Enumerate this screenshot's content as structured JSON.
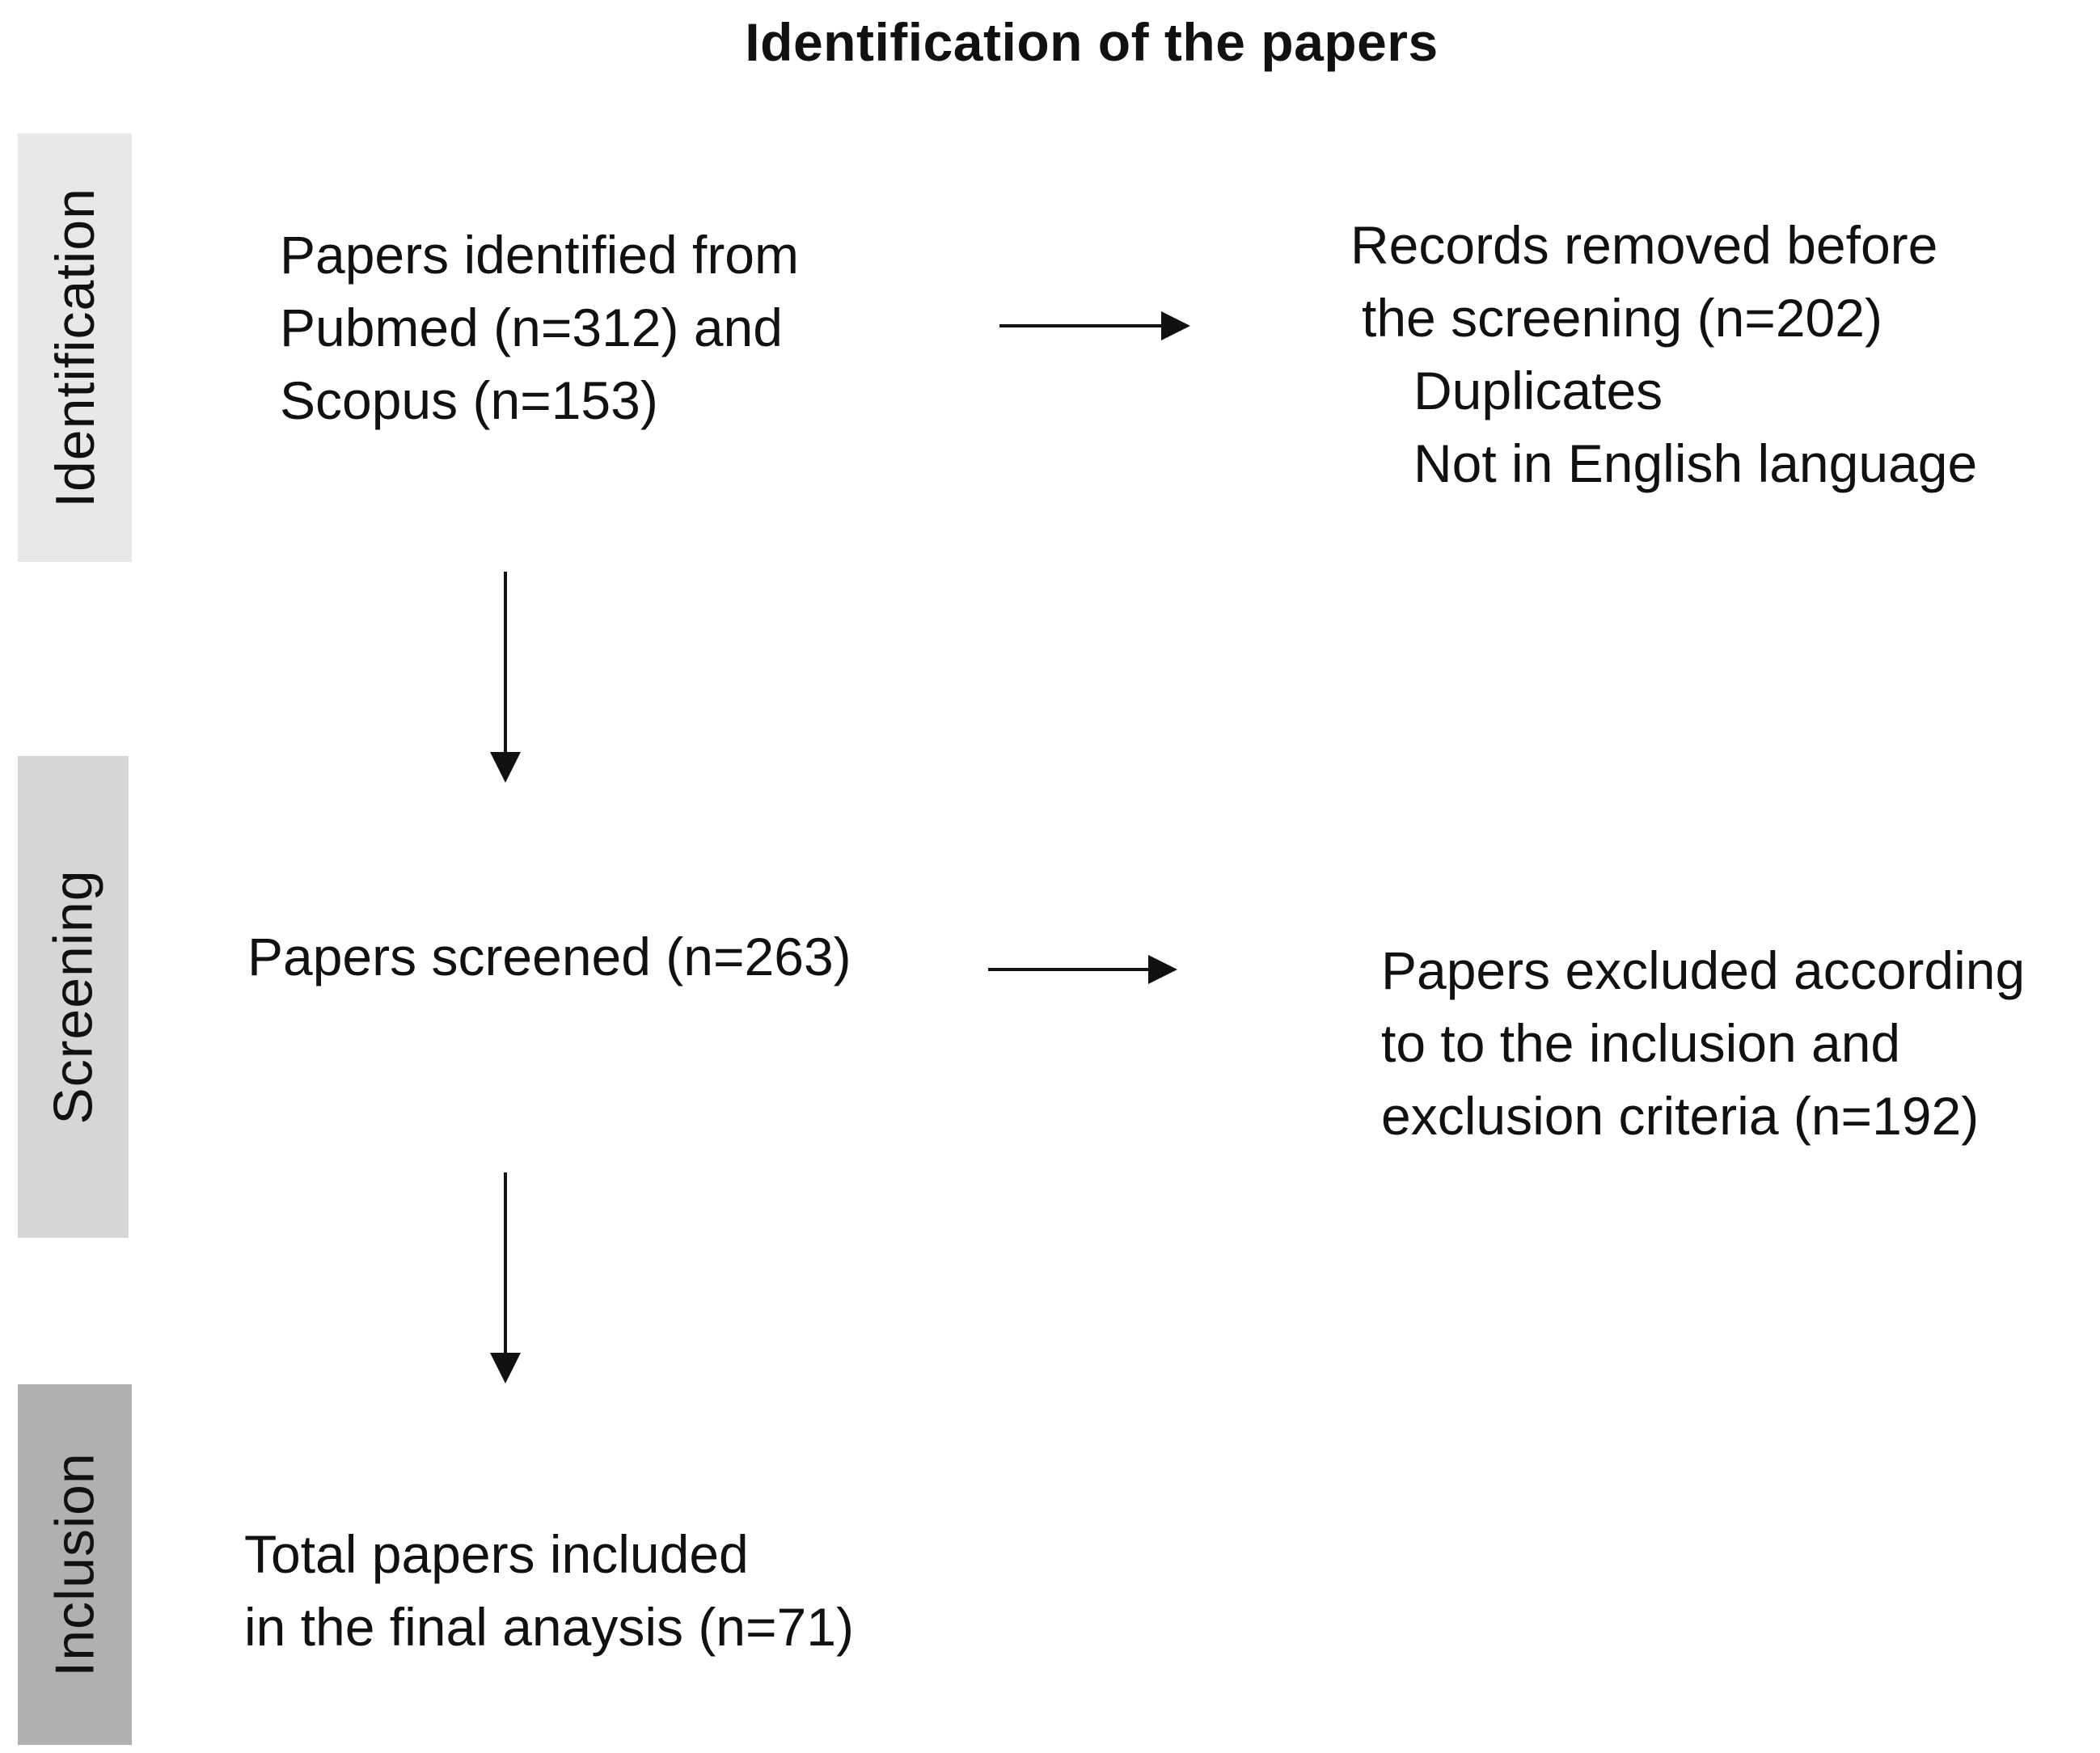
{
  "title": "Identification of the papers",
  "stages": {
    "identification": "Identification",
    "screening": "Screening",
    "inclusion": "Inclusion"
  },
  "boxes": {
    "identified": {
      "lines": [
        "Papers identified from",
        "Pubmed (n=312) and",
        "Scopus (n=153)"
      ]
    },
    "removed": {
      "lines": [
        "Records removed before",
        "the screening (n=202)"
      ],
      "reasons": [
        "Duplicates",
        "Not in English language"
      ]
    },
    "screened": {
      "lines": [
        "Papers screened (n=263)"
      ]
    },
    "excluded": {
      "lines": [
        "Papers excluded according",
        "to to the inclusion and",
        "exclusion  criteria (n=192)"
      ]
    },
    "included": {
      "lines": [
        "Total papers included",
        "in the final anaysis (n=71)"
      ]
    }
  }
}
